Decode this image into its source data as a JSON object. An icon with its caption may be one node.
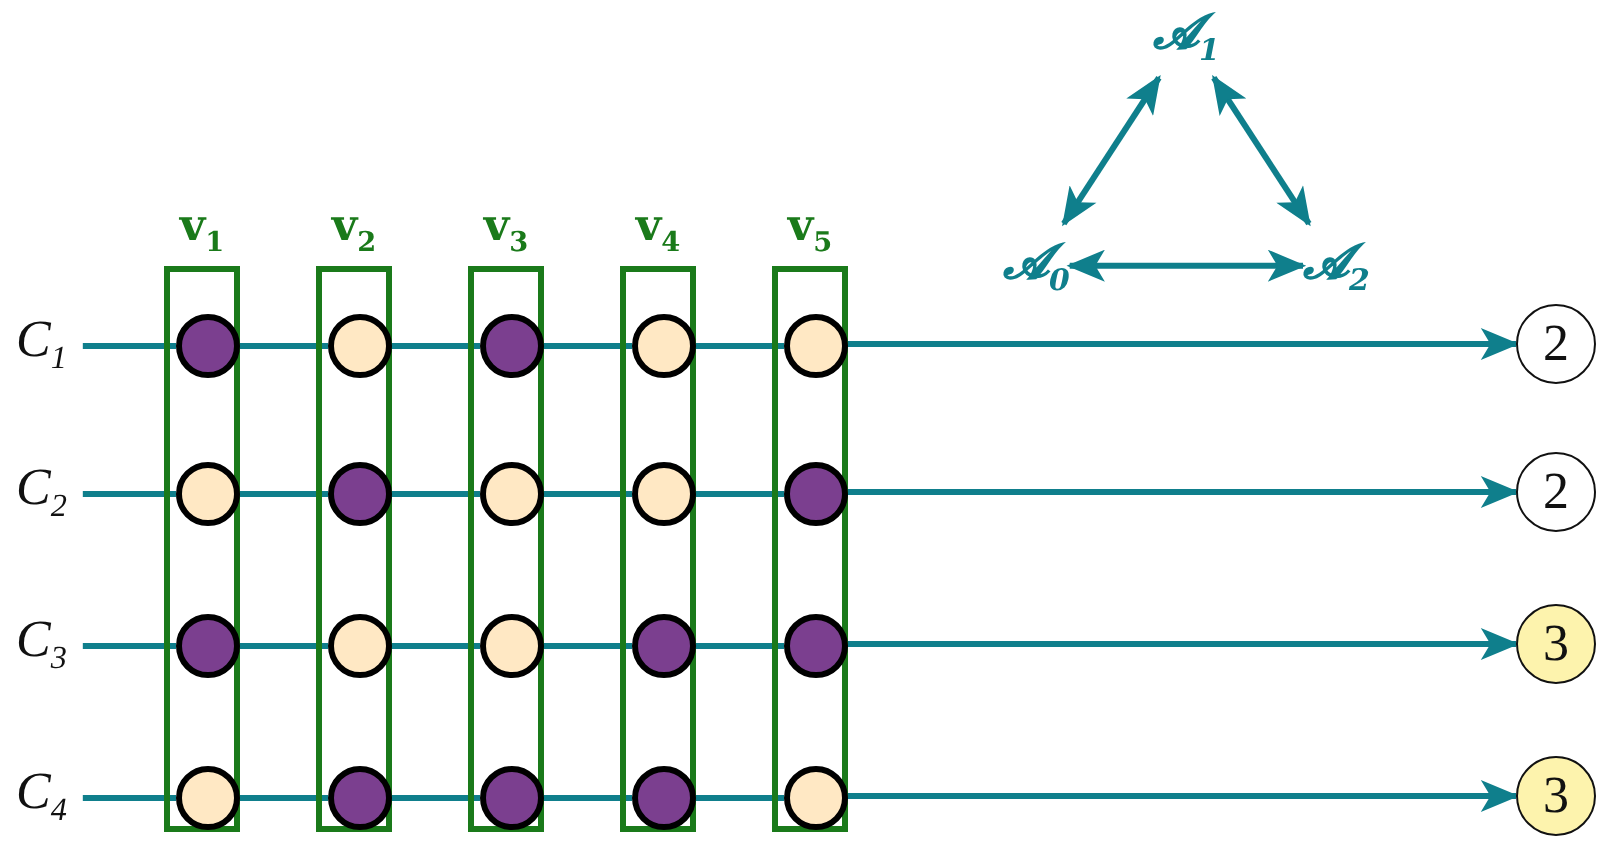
{
  "diagram": {
    "nodes": [
      {
        "text": [
          "C$_{1}$"
        ]
      },
      {
        "text": [
          "C$_{2}$"
        ]
      },
      {
        "text": [
          "C$_{3}$"
        ]
      },
      {
        "text": [
          "C$_{4}$"
        ]
      },
      {
        "text": [
          "2"
        ]
      },
      {
        "text": [
          "2"
        ]
      },
      {
        "text": [
          "3"
        ]
      },
      {
        "text": [
          "3"
        ]
      },
      {
        "text": [
          "v$_{1}$"
        ]
      },
      {
        "text": [
          "v$_{2}$"
        ]
      },
      {
        "text": [
          "v$_{3}$"
        ]
      },
      {
        "text": [
          "v$_{4}$"
        ]
      },
      {
        "text": [
          "v$_{5}$"
        ]
      },
      {
        "text": [],
        "shape": "circle",
        "in": 8
      },
      {
        "text": [],
        "shape": "circle",
        "in": 8
      },
      {
        "text": [],
        "shape": "circle",
        "in": 8
      },
      {
        "text": [],
        "shape": "circle",
        "in": 8
      },
      {
        "text": [],
        "shape": "circle",
        "in": 9
      },
      {
        "text": [],
        "shape": "circle",
        "in": 9
      },
      {
        "text": [],
        "shape": "circle",
        "in": 9
      },
      {
        "text": [],
        "shape": "circle",
        "in": 9
      },
      {
        "text": [],
        "shape": "circle",
        "in": 10
      },
      {
        "text": [],
        "shape": "circle",
        "in": 10
      },
      {
        "text": [],
        "shape": "circle",
        "in": 10
      },
      {
        "text": [],
        "shape": "circle",
        "in": 10
      },
      {
        "text": [],
        "shape": "circle",
        "in": 11
      },
      {
        "text": [],
        "shape": "circle",
        "in": 11
      },
      {
        "text": [],
        "shape": "circle",
        "in": 11
      },
      {
        "text": [],
        "shape": "circle",
        "in": 11
      },
      {
        "text": [],
        "shape": "circle",
        "in": 12
      },
      {
        "text": [],
        "shape": "circle",
        "in": 12
      },
      {
        "text": [],
        "shape": "circle",
        "in": 12
      },
      {
        "text": [],
        "shape": "circle",
        "in": 12
      },
      {
        "text": [
          "𝓐$_{1}$"
        ]
      },
      {
        "text": [
          "𝓐$_{0}$"
        ]
      },
      {
        "text": [
          "𝓐$_{2}$"
        ]
      }
    ],
    "edges": [
      {
        "from": 0,
        "to": 13,
        "arrow": "none"
      },
      {
        "from": 13,
        "to": 17,
        "arrow": "none"
      },
      {
        "from": 17,
        "to": 21,
        "arrow": "none"
      },
      {
        "from": 21,
        "to": 25,
        "arrow": "none"
      },
      {
        "from": 25,
        "to": 29,
        "arrow": "none"
      },
      {
        "from": 29,
        "to": 4,
        "arrow": "to"
      },
      {
        "from": 1,
        "to": 14,
        "arrow": "none"
      },
      {
        "from": 14,
        "to": 18,
        "arrow": "none"
      },
      {
        "from": 18,
        "to": 22,
        "arrow": "none"
      },
      {
        "from": 22,
        "to": 26,
        "arrow": "none"
      },
      {
        "from": 26,
        "to": 30,
        "arrow": "none"
      },
      {
        "from": 30,
        "to": 5,
        "arrow": "to"
      },
      {
        "from": 2,
        "to": 15,
        "arrow": "none"
      },
      {
        "from": 15,
        "to": 19,
        "arrow": "none"
      },
      {
        "from": 19,
        "to": 23,
        "arrow": "none"
      },
      {
        "from": 23,
        "to": 27,
        "arrow": "none"
      },
      {
        "from": 27,
        "to": 31,
        "arrow": "none"
      },
      {
        "from": 31,
        "to": 6,
        "arrow": "to"
      },
      {
        "from": 3,
        "to": 16,
        "arrow": "none"
      },
      {
        "from": 16,
        "to": 20,
        "arrow": "none"
      },
      {
        "from": 20,
        "to": 24,
        "arrow": "none"
      },
      {
        "from": 24,
        "to": 28,
        "arrow": "none"
      },
      {
        "from": 28,
        "to": 32,
        "arrow": "none"
      },
      {
        "from": 32,
        "to": 7,
        "arrow": "to"
      },
      {
        "from": 34,
        "to": 33,
        "arrow": "both"
      },
      {
        "from": 33,
        "to": 35,
        "arrow": "both"
      },
      {
        "from": 34,
        "to": 35,
        "arrow": "both"
      }
    ]
  }
}
